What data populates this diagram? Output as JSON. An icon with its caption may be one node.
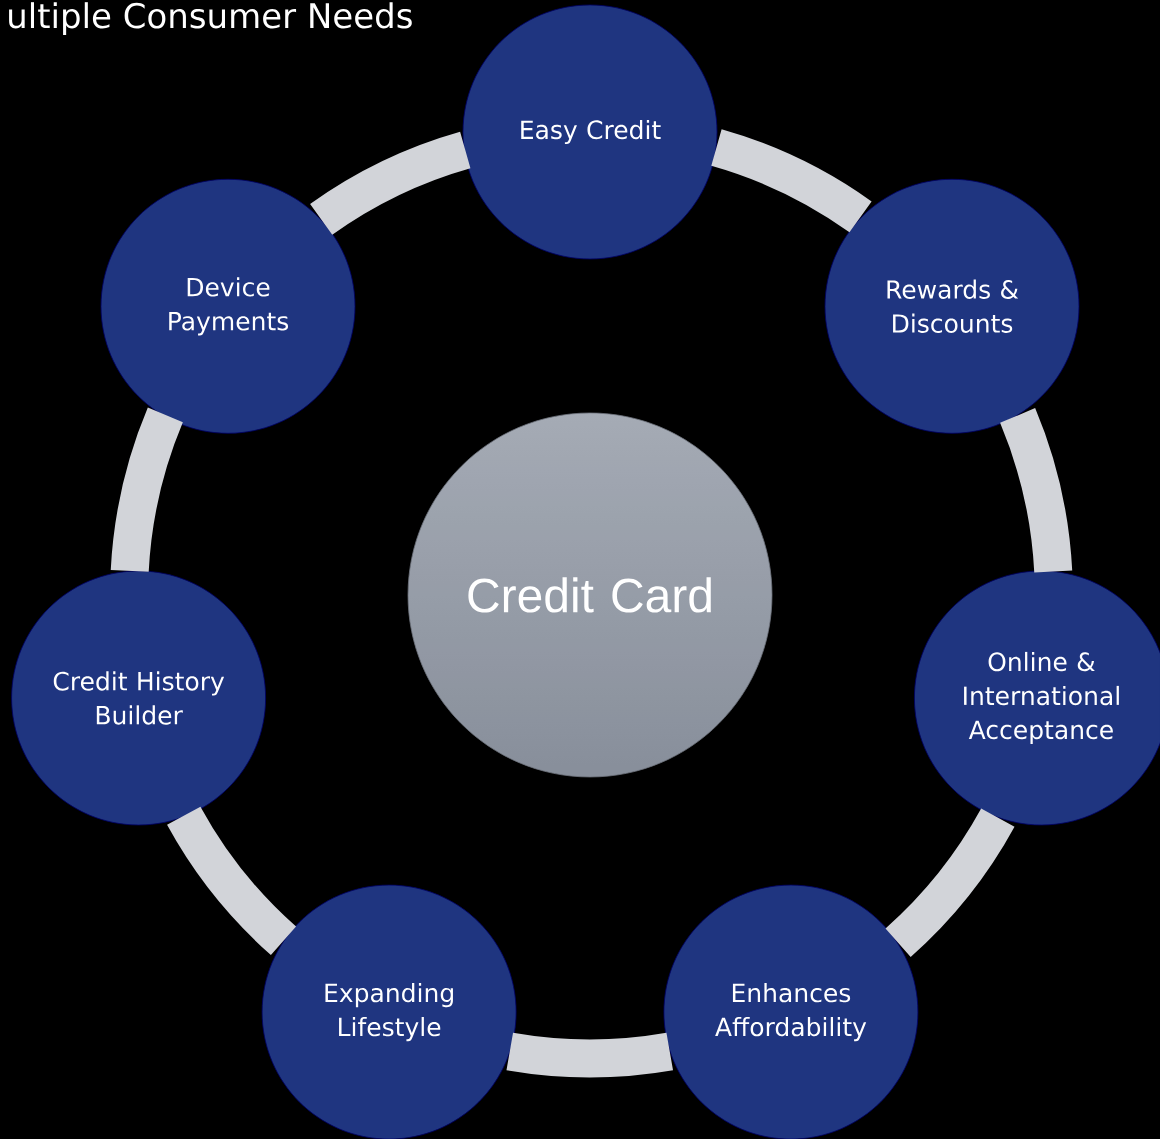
{
  "diagram": {
    "title": "ultiple Consumer Needs",
    "nodes": [
      {
        "text": [
          "Credit Card"
        ]
      },
      {
        "text": [
          "Easy Credit"
        ]
      },
      {
        "text": [
          "Rewards & Discounts"
        ]
      },
      {
        "text": [
          "Online & International Acceptance"
        ]
      },
      {
        "text": [
          "Enhances Affordability"
        ]
      },
      {
        "text": [
          "Expanding Lifestyle"
        ]
      },
      {
        "text": [
          "Credit History Builder"
        ]
      },
      {
        "text": [
          "Device Payments"
        ]
      }
    ],
    "edges": [
      {
        "from": 1,
        "to": 2,
        "arrow": "none"
      },
      {
        "from": 2,
        "to": 3,
        "arrow": "none"
      },
      {
        "from": 3,
        "to": 4,
        "arrow": "none"
      },
      {
        "from": 4,
        "to": 5,
        "arrow": "none"
      },
      {
        "from": 5,
        "to": 6,
        "arrow": "none"
      },
      {
        "from": 6,
        "to": 7,
        "arrow": "none"
      },
      {
        "from": 7,
        "to": 1,
        "arrow": "none"
      }
    ]
  }
}
